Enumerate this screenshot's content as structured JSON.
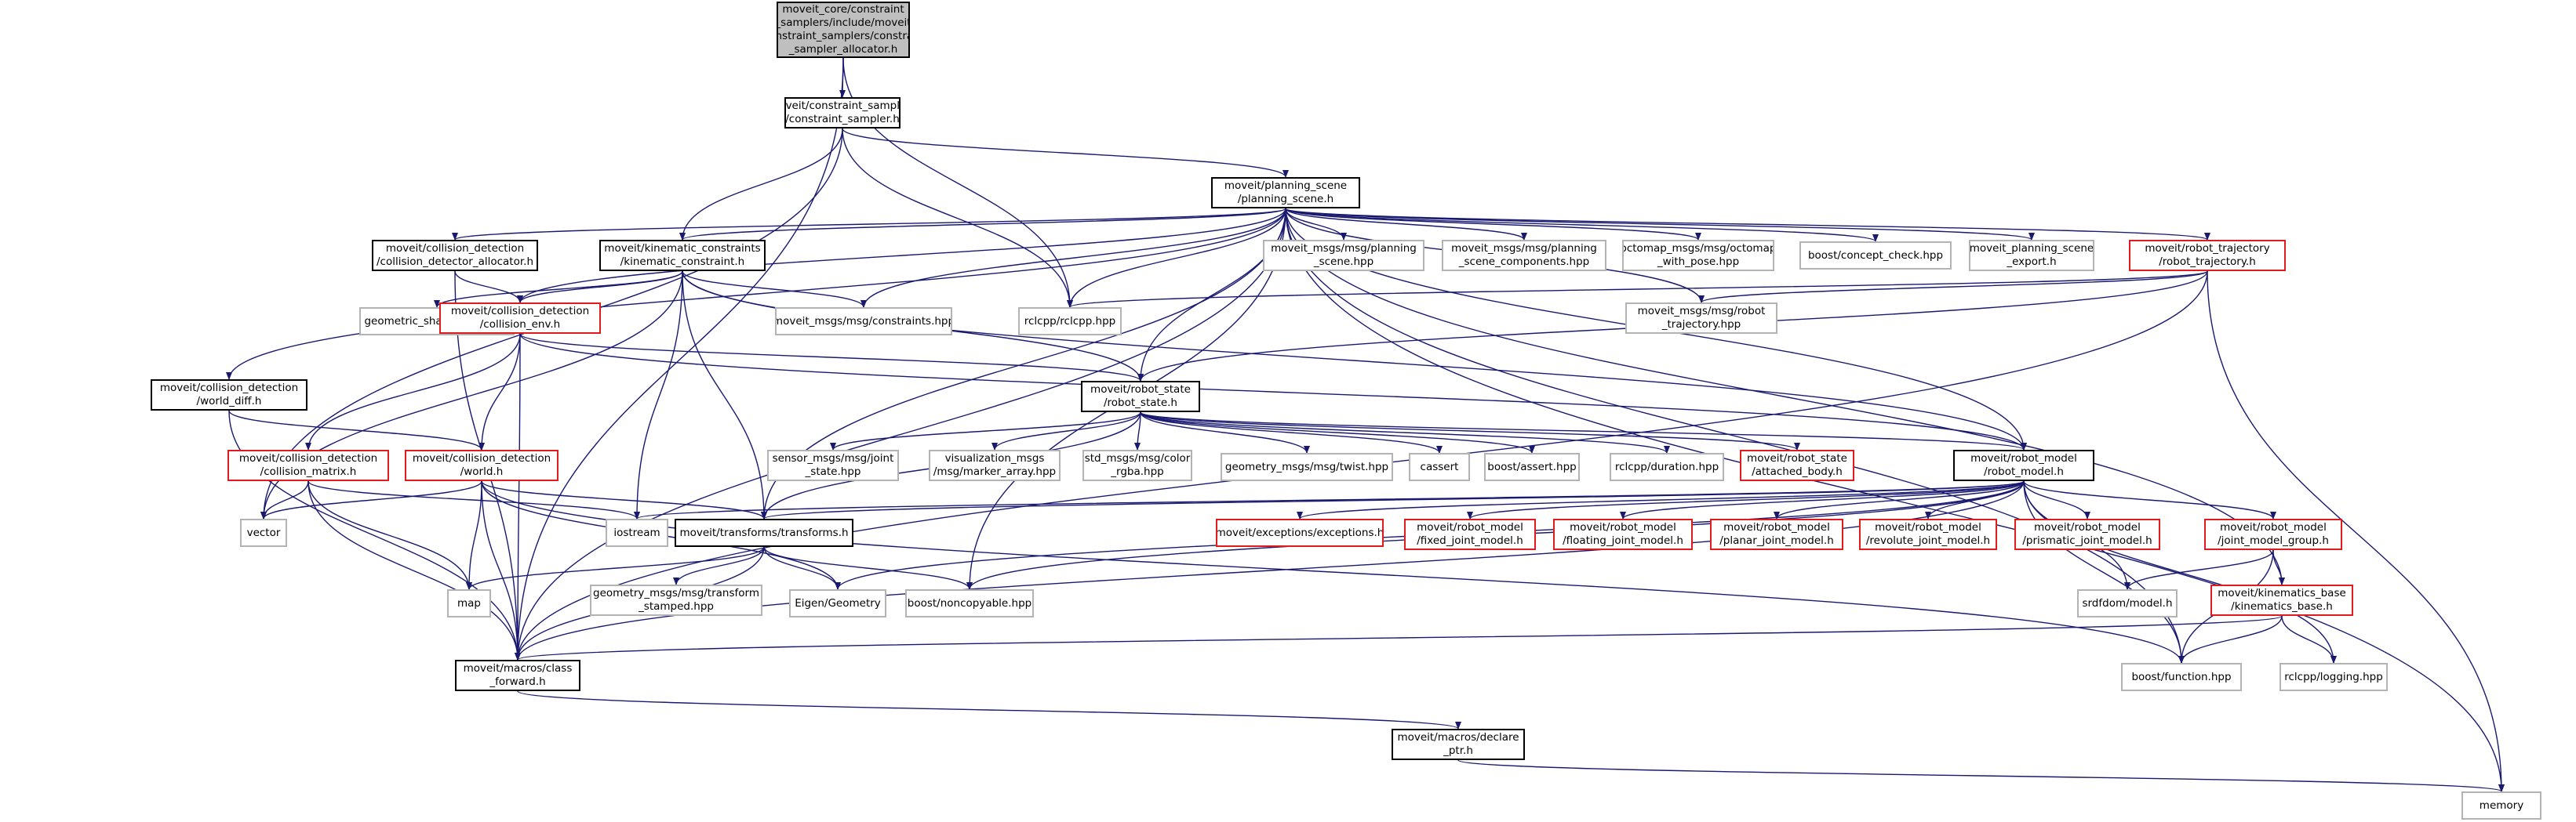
{
  "graph": {
    "colors": {
      "edge": "#191970",
      "normal_border": "#000000",
      "truncated_border": "#e31a1c",
      "external_border": "#b3b3b3",
      "root_fill": "#bfbfbf"
    },
    "nodes": [
      {
        "id": "n0",
        "label": "moveit_core/constraint\n_samplers/include/moveit\n/constraint_samplers/constraint\n_sampler_allocator.h",
        "kind": "root"
      },
      {
        "id": "n1",
        "label": "moveit/constraint_samplers\n/constraint_sampler.h",
        "kind": "plain"
      },
      {
        "id": "n2",
        "label": "moveit/planning_scene\n/planning_scene.h",
        "kind": "plain"
      },
      {
        "id": "n3",
        "label": "moveit/collision_detection\n/collision_detector_allocator.h",
        "kind": "plain"
      },
      {
        "id": "n4",
        "label": "moveit/kinematic_constraints\n/kinematic_constraint.h",
        "kind": "plain"
      },
      {
        "id": "n5",
        "label": "moveit_msgs/msg/planning\n_scene.hpp",
        "kind": "ext"
      },
      {
        "id": "n6",
        "label": "moveit_msgs/msg/planning\n_scene_components.hpp",
        "kind": "ext"
      },
      {
        "id": "n7",
        "label": "octomap_msgs/msg/octomap\n_with_pose.hpp",
        "kind": "ext"
      },
      {
        "id": "n8",
        "label": "boost/concept_check.hpp",
        "kind": "ext"
      },
      {
        "id": "n9",
        "label": "moveit_planning_scene\n_export.h",
        "kind": "ext"
      },
      {
        "id": "n10",
        "label": "moveit/robot_trajectory\n/robot_trajectory.h",
        "kind": "red"
      },
      {
        "id": "n11",
        "label": "geometric_shapes/bodies.h",
        "kind": "ext"
      },
      {
        "id": "n12",
        "label": "moveit/collision_detection\n/collision_env.h",
        "kind": "red"
      },
      {
        "id": "n13",
        "label": "moveit_msgs/msg/constraints.hpp",
        "kind": "ext"
      },
      {
        "id": "n14",
        "label": "rclcpp/rclcpp.hpp",
        "kind": "ext"
      },
      {
        "id": "n15",
        "label": "moveit_msgs/msg/robot\n_trajectory.hpp",
        "kind": "ext"
      },
      {
        "id": "n16",
        "label": "moveit/collision_detection\n/world_diff.h",
        "kind": "plain"
      },
      {
        "id": "n17",
        "label": "moveit/robot_state\n/robot_state.h",
        "kind": "plain"
      },
      {
        "id": "n18",
        "label": "moveit/collision_detection\n/collision_matrix.h",
        "kind": "red"
      },
      {
        "id": "n19",
        "label": "moveit/collision_detection\n/world.h",
        "kind": "red"
      },
      {
        "id": "n20",
        "label": "sensor_msgs/msg/joint\n_state.hpp",
        "kind": "ext"
      },
      {
        "id": "n21",
        "label": "visualization_msgs\n/msg/marker_array.hpp",
        "kind": "ext"
      },
      {
        "id": "n22",
        "label": "std_msgs/msg/color\n_rgba.hpp",
        "kind": "ext"
      },
      {
        "id": "n23",
        "label": "geometry_msgs/msg/twist.hpp",
        "kind": "ext"
      },
      {
        "id": "n24",
        "label": "cassert",
        "kind": "ext"
      },
      {
        "id": "n25",
        "label": "boost/assert.hpp",
        "kind": "ext"
      },
      {
        "id": "n26",
        "label": "rclcpp/duration.hpp",
        "kind": "ext"
      },
      {
        "id": "n27",
        "label": "moveit/robot_state\n/attached_body.h",
        "kind": "red"
      },
      {
        "id": "n28",
        "label": "moveit/robot_model\n/robot_model.h",
        "kind": "plain"
      },
      {
        "id": "n29",
        "label": "vector",
        "kind": "ext"
      },
      {
        "id": "n30",
        "label": "iostream",
        "kind": "ext"
      },
      {
        "id": "n31",
        "label": "moveit/transforms/transforms.h",
        "kind": "plain"
      },
      {
        "id": "n32",
        "label": "moveit/exceptions/exceptions.h",
        "kind": "red"
      },
      {
        "id": "n33",
        "label": "moveit/robot_model\n/fixed_joint_model.h",
        "kind": "red"
      },
      {
        "id": "n34",
        "label": "moveit/robot_model\n/floating_joint_model.h",
        "kind": "red"
      },
      {
        "id": "n35",
        "label": "moveit/robot_model\n/planar_joint_model.h",
        "kind": "red"
      },
      {
        "id": "n36",
        "label": "moveit/robot_model\n/revolute_joint_model.h",
        "kind": "red"
      },
      {
        "id": "n37",
        "label": "moveit/robot_model\n/prismatic_joint_model.h",
        "kind": "red"
      },
      {
        "id": "n38",
        "label": "moveit/robot_model\n/joint_model_group.h",
        "kind": "red"
      },
      {
        "id": "n39",
        "label": "map",
        "kind": "ext"
      },
      {
        "id": "n40",
        "label": "geometry_msgs/msg/transform\n_stamped.hpp",
        "kind": "ext"
      },
      {
        "id": "n41",
        "label": "Eigen/Geometry",
        "kind": "ext"
      },
      {
        "id": "n42",
        "label": "boost/noncopyable.hpp",
        "kind": "ext"
      },
      {
        "id": "n43",
        "label": "srdfdom/model.h",
        "kind": "ext"
      },
      {
        "id": "n44",
        "label": "moveit/kinematics_base\n/kinematics_base.h",
        "kind": "red"
      },
      {
        "id": "n45",
        "label": "moveit/macros/class\n_forward.h",
        "kind": "plain"
      },
      {
        "id": "n46",
        "label": "boost/function.hpp",
        "kind": "ext"
      },
      {
        "id": "n47",
        "label": "rclcpp/logging.hpp",
        "kind": "ext"
      },
      {
        "id": "n48",
        "label": "moveit/macros/declare\n_ptr.h",
        "kind": "plain"
      },
      {
        "id": "n49",
        "label": "memory",
        "kind": "ext"
      }
    ],
    "edges": [
      [
        "n0",
        "n1"
      ],
      [
        "n0",
        "n14"
      ],
      [
        "n0",
        "n45"
      ],
      [
        "n1",
        "n2"
      ],
      [
        "n1",
        "n4"
      ],
      [
        "n1",
        "n29"
      ],
      [
        "n1",
        "n14"
      ],
      [
        "n2",
        "n3"
      ],
      [
        "n2",
        "n4"
      ],
      [
        "n2",
        "n5"
      ],
      [
        "n2",
        "n6"
      ],
      [
        "n2",
        "n7"
      ],
      [
        "n2",
        "n8"
      ],
      [
        "n2",
        "n9"
      ],
      [
        "n2",
        "n10"
      ],
      [
        "n2",
        "n12"
      ],
      [
        "n2",
        "n13"
      ],
      [
        "n2",
        "n14"
      ],
      [
        "n2",
        "n15"
      ],
      [
        "n2",
        "n16"
      ],
      [
        "n2",
        "n17"
      ],
      [
        "n2",
        "n28"
      ],
      [
        "n2",
        "n31"
      ],
      [
        "n2",
        "n44"
      ],
      [
        "n2",
        "n42"
      ],
      [
        "n2",
        "n45"
      ],
      [
        "n2",
        "n46"
      ],
      [
        "n2",
        "n49"
      ],
      [
        "n3",
        "n12"
      ],
      [
        "n3",
        "n45"
      ],
      [
        "n4",
        "n11"
      ],
      [
        "n4",
        "n12"
      ],
      [
        "n4",
        "n13"
      ],
      [
        "n4",
        "n17"
      ],
      [
        "n4",
        "n28"
      ],
      [
        "n4",
        "n31"
      ],
      [
        "n4",
        "n30"
      ],
      [
        "n4",
        "n29"
      ],
      [
        "n10",
        "n14"
      ],
      [
        "n10",
        "n15"
      ],
      [
        "n10",
        "n17"
      ],
      [
        "n10",
        "n45"
      ],
      [
        "n10",
        "n49"
      ],
      [
        "n12",
        "n17"
      ],
      [
        "n12",
        "n18"
      ],
      [
        "n12",
        "n19"
      ],
      [
        "n12",
        "n45"
      ],
      [
        "n12",
        "n28"
      ],
      [
        "n16",
        "n19"
      ],
      [
        "n16",
        "n45"
      ],
      [
        "n17",
        "n20"
      ],
      [
        "n17",
        "n21"
      ],
      [
        "n17",
        "n22"
      ],
      [
        "n17",
        "n23"
      ],
      [
        "n17",
        "n24"
      ],
      [
        "n17",
        "n25"
      ],
      [
        "n17",
        "n26"
      ],
      [
        "n17",
        "n27"
      ],
      [
        "n17",
        "n28"
      ],
      [
        "n17",
        "n31"
      ],
      [
        "n18",
        "n29"
      ],
      [
        "n18",
        "n30"
      ],
      [
        "n18",
        "n39"
      ],
      [
        "n18",
        "n45"
      ],
      [
        "n19",
        "n29"
      ],
      [
        "n19",
        "n39"
      ],
      [
        "n19",
        "n31"
      ],
      [
        "n19",
        "n41"
      ],
      [
        "n19",
        "n45"
      ],
      [
        "n19",
        "n46"
      ],
      [
        "n28",
        "n30"
      ],
      [
        "n28",
        "n31"
      ],
      [
        "n28",
        "n32"
      ],
      [
        "n28",
        "n33"
      ],
      [
        "n28",
        "n34"
      ],
      [
        "n28",
        "n35"
      ],
      [
        "n28",
        "n36"
      ],
      [
        "n28",
        "n37"
      ],
      [
        "n28",
        "n38"
      ],
      [
        "n28",
        "n43"
      ],
      [
        "n28",
        "n41"
      ],
      [
        "n28",
        "n42"
      ],
      [
        "n28",
        "n45"
      ],
      [
        "n28",
        "n46"
      ],
      [
        "n28",
        "n47"
      ],
      [
        "n31",
        "n39"
      ],
      [
        "n31",
        "n40"
      ],
      [
        "n31",
        "n41"
      ],
      [
        "n31",
        "n42"
      ],
      [
        "n31",
        "n45"
      ],
      [
        "n38",
        "n43"
      ],
      [
        "n38",
        "n44"
      ],
      [
        "n38",
        "n46"
      ],
      [
        "n44",
        "n45"
      ],
      [
        "n44",
        "n46"
      ],
      [
        "n44",
        "n47"
      ],
      [
        "n45",
        "n48"
      ],
      [
        "n48",
        "n49"
      ]
    ]
  }
}
